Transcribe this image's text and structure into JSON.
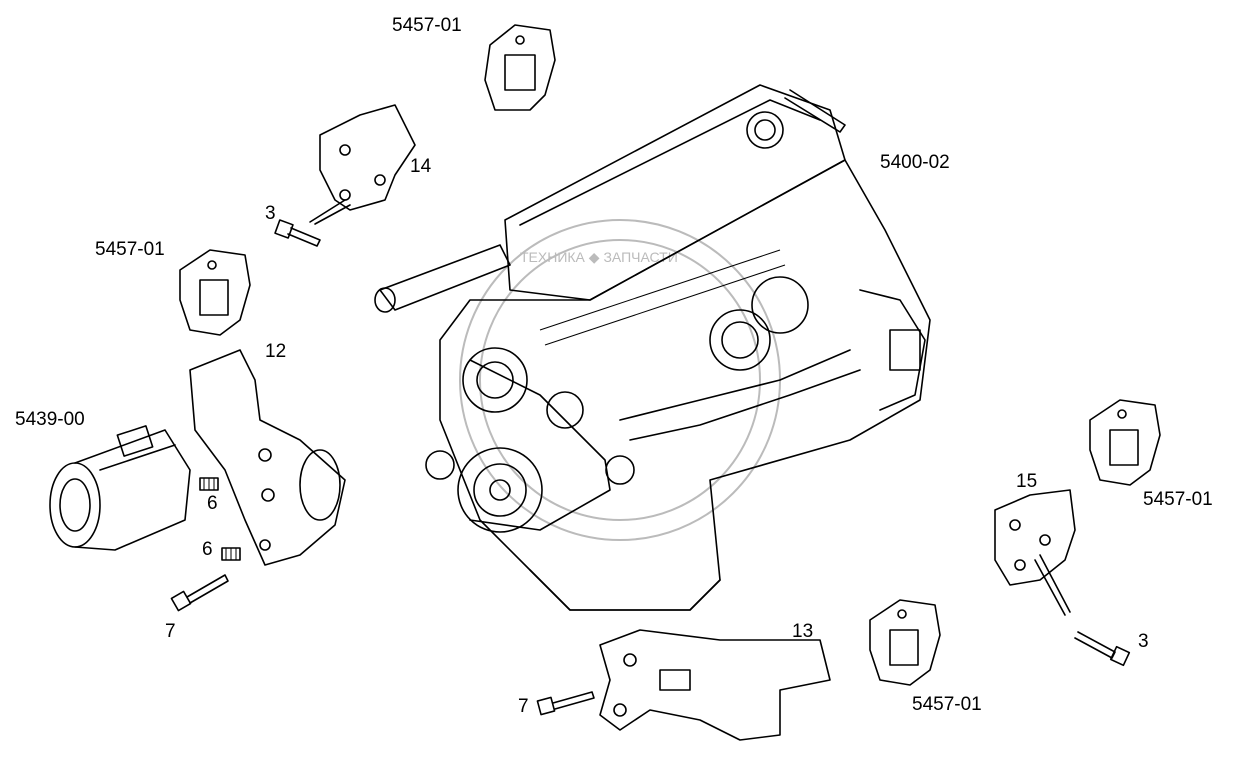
{
  "labels": {
    "mount_top": "5457-01",
    "bracket_14": "14",
    "engine": "5400-02",
    "bolt_3_top": "3",
    "mount_left": "5457-01",
    "bracket_12": "12",
    "compressor": "5439-00",
    "spacer_6_upper": "6",
    "spacer_6_lower": "6",
    "bolt_7_left": "7",
    "bracket_13": "13",
    "bolt_7_bottom": "7",
    "mount_bottom": "5457-01",
    "bracket_15": "15",
    "mount_right": "5457-01",
    "bolt_3_right": "3"
  },
  "watermark": {
    "text": "ТЕХНИКА ◆ ЗАПЧАСТИ"
  }
}
